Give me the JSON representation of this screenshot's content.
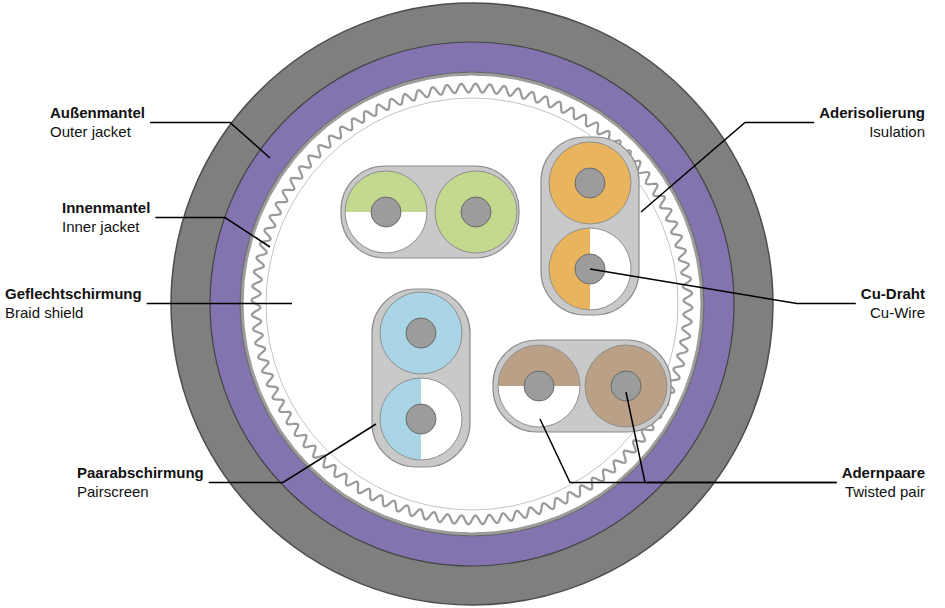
{
  "diagram": {
    "labels": [
      "Außenmantel",
      "Outer jacket",
      "Innenmantel",
      "Inner jacket",
      "Geflechtschirmung",
      "Braid shield",
      "Paarabschirmung",
      "Pairscreen",
      "Aderisolierung",
      "Isulation",
      "Cu-Draht",
      "Cu-Wire",
      "Adernpaare",
      "Twisted pair"
    ]
  }
}
